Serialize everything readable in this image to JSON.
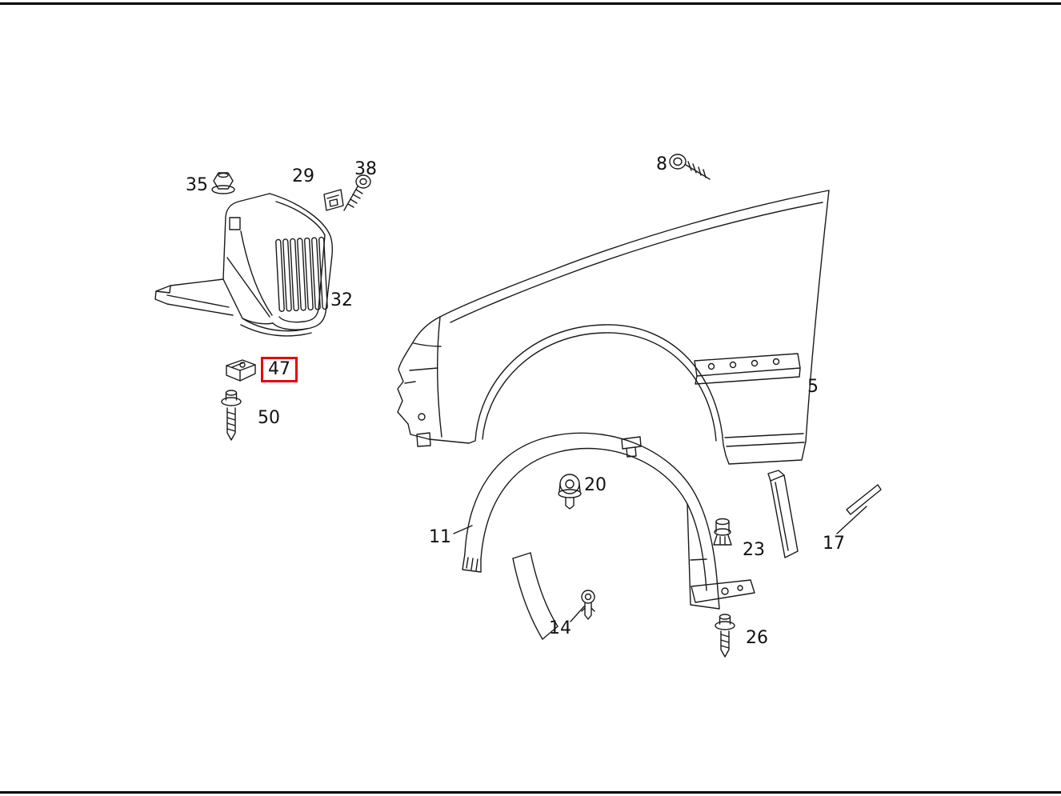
{
  "diagram": {
    "labels": [
      {
        "number": "35"
      },
      {
        "number": "29"
      },
      {
        "number": "38"
      },
      {
        "number": "8"
      },
      {
        "number": "32"
      },
      {
        "number": "47"
      },
      {
        "number": "50"
      },
      {
        "number": "5"
      },
      {
        "number": "20"
      },
      {
        "number": "11"
      },
      {
        "number": "23"
      },
      {
        "number": "17"
      },
      {
        "number": "14"
      },
      {
        "number": "26"
      }
    ],
    "highlighted_label": "47",
    "colors": {
      "background": "#ffffff",
      "line": "#1a1a1a",
      "highlight_box": "#e8000d",
      "text": "#111111"
    }
  }
}
